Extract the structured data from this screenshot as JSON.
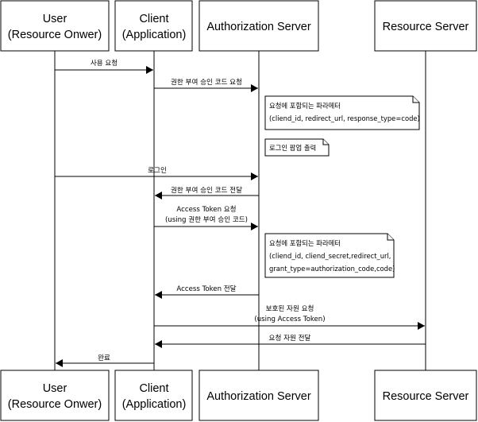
{
  "participants": [
    {
      "id": "user",
      "line1": "User",
      "line2": "(Resource Onwer)"
    },
    {
      "id": "client",
      "line1": "Client",
      "line2": "(Application)"
    },
    {
      "id": "auth",
      "line1": "Authorization Server",
      "line2": ""
    },
    {
      "id": "resource",
      "line1": "Resource Server",
      "line2": ""
    }
  ],
  "messages": [
    {
      "from": "user",
      "to": "client",
      "lines": [
        "사용 요청"
      ]
    },
    {
      "from": "client",
      "to": "auth",
      "lines": [
        "권한 부여 승인 코드 요청"
      ]
    },
    {
      "from": "user",
      "to": "auth",
      "lines": [
        "로그인"
      ]
    },
    {
      "from": "auth",
      "to": "client",
      "lines": [
        "권한 부여 승인 코드 전달"
      ]
    },
    {
      "from": "client",
      "to": "auth",
      "lines": [
        "Access Token 요청",
        "(using 권한 부여 승인 코드)"
      ]
    },
    {
      "from": "auth",
      "to": "client",
      "lines": [
        "Access Token 전달"
      ]
    },
    {
      "from": "client",
      "to": "resource",
      "lines": [
        "보호된 자원 요청",
        "(using Access Token)"
      ]
    },
    {
      "from": "resource",
      "to": "client",
      "lines": [
        "요청 자원 전달"
      ]
    },
    {
      "from": "client",
      "to": "user",
      "lines": [
        "완료"
      ]
    }
  ],
  "notes": [
    {
      "lines": [
        "요청에 포함되는 파라메터",
        "(cliend_id, redirect_url, response_type=code)"
      ]
    },
    {
      "lines": [
        "로그인 팝업 출력"
      ]
    },
    {
      "lines": [
        "요청에 포함되는 파라메터",
        "(cliend_id, cliend_secret,redirect_url,",
        "grant_type=authorization_code,code)"
      ]
    }
  ]
}
